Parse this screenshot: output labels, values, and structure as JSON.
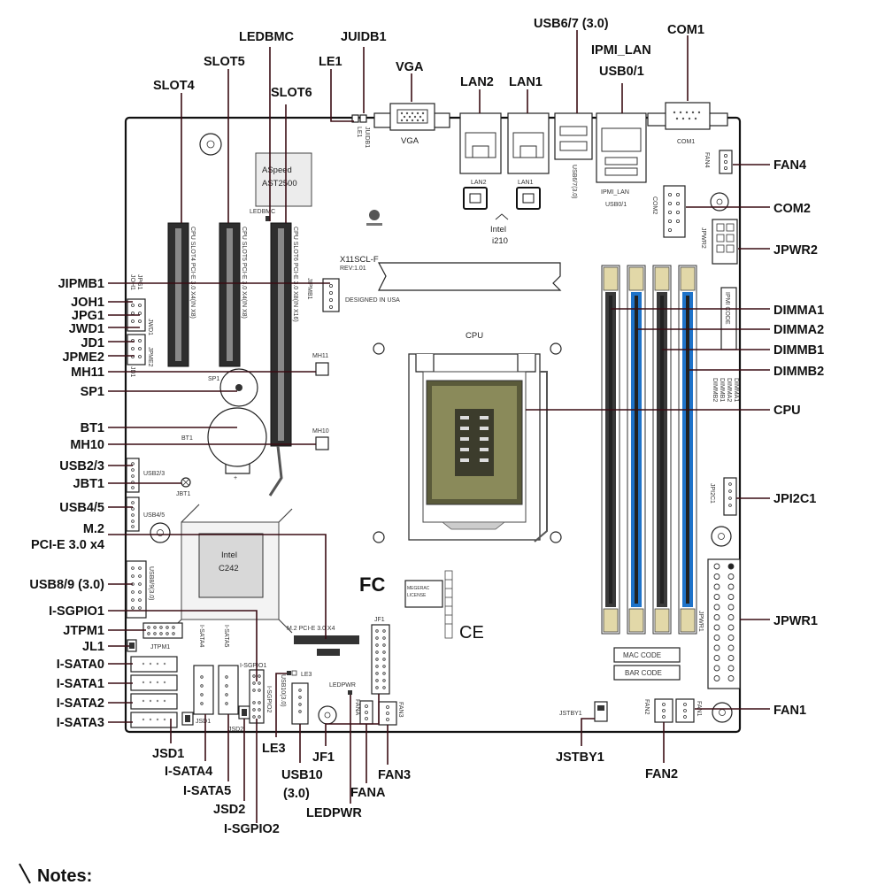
{
  "board": {
    "model": "X11SCL-F",
    "revision": "REV:1.01",
    "designed_in": "DESIGNED IN USA",
    "bmc_chip": [
      "ASpeed",
      "AST2500"
    ],
    "pch_chip": [
      "Intel",
      "C242"
    ],
    "lan_chip": [
      "Intel",
      "i210"
    ],
    "cpu_label": "CPU",
    "mac_code": "MAC CODE",
    "bar_code": "BAR CODE",
    "ipmi_code": "IPMI CODE",
    "megarac": [
      "MEGERAC",
      "LICENSE"
    ],
    "fcc_mark": "FC",
    "ce_mark": "CE"
  },
  "board_labels": {
    "vga": "VGA",
    "lan2": "LAN2",
    "lan1": "LAN1",
    "usb67": "USB6/7(3.0)",
    "ipmi_lan": "IPMI_LAN",
    "usb01": "USB0/1",
    "com1": "COM1",
    "com2": "COM2",
    "fan4": "FAN4",
    "jpwr2": "JPWR2",
    "le1": "LE1",
    "juidb1": "JUIDB1",
    "ledbmc": "LEDBMC",
    "jipmb1": "JIPMB1",
    "slot4": "CPU SLOT4 PCI-E 3.0 X4(IN X8)",
    "slot5": "CPU SLOT5 PCI-E 3.0 X4(IN X8)",
    "slot6": "CPU SLOT6 PCI-E 3.0 X8(IN X16)",
    "mh11": "MH11",
    "mh10": "MH10",
    "sp1": "SP1",
    "bt1": "BT1",
    "jbt1": "JBT1",
    "usb23": "USB2/3",
    "usb45": "USB4/5",
    "usb89": "USB8/9(3.0)",
    "jtpm1": "JTPM1",
    "jpi2c1": "JPI2C1",
    "jpwr1": "JPWR1",
    "dimms": [
      "DIMMB2",
      "DIMMB1",
      "DIMMA2",
      "DIMMA1"
    ],
    "m2": "M.2 PCI-E 3.0 X4",
    "jf1": "JF1",
    "le3": "LE3",
    "isgpio1": "I-SGPIO1",
    "isgpio2": "I-SGPIO2",
    "isata4": "I-SATA4",
    "isata5": "I-SATA5",
    "usb10": "USB10(3.0)",
    "ledpwr": "LEDPWR",
    "fana": "FANA",
    "fan3": "FAN3",
    "jstby1": "JSTBY1",
    "fan2": "FAN2",
    "fan1": "FAN1",
    "jsd1": "JSD1",
    "jsd2": "JSD2",
    "jwd1": "JWD1",
    "jpme2": "JPME2",
    "jd1": "JD1",
    "jpg1": "JPG1",
    "joh1": "JOH1"
  },
  "callouts": {
    "top": {
      "ledbmc": "LEDBMC",
      "juidb1": "JUIDB1",
      "slot5": "SLOT5",
      "le1": "LE1",
      "vga": "VGA",
      "slot4": "SLOT4",
      "slot6": "SLOT6",
      "lan2": "LAN2",
      "lan1": "LAN1",
      "usb67": "USB6/7 (3.0)",
      "ipmi_lan": "IPMI_LAN",
      "usb01": "USB0/1",
      "com1": "COM1"
    },
    "left": {
      "jipmb1": "JIPMB1",
      "joh1": "JOH1",
      "jpg1": "JPG1",
      "jwd1": "JWD1",
      "jd1": "JD1",
      "jpme2": "JPME2",
      "mh11": "MH11",
      "sp1": "SP1",
      "bt1": "BT1",
      "mh10": "MH10",
      "usb23": "USB2/3",
      "jbt1": "JBT1",
      "usb45": "USB4/5",
      "m2": "M.2",
      "pcie": "PCI-E 3.0 x4",
      "usb89": "USB8/9 (3.0)",
      "isgpio1": "I-SGPIO1",
      "jtpm1": "JTPM1",
      "jl1": "JL1",
      "isata0": "I-SATA0",
      "isata1": "I-SATA1",
      "isata2": "I-SATA2",
      "isata3": "I-SATA3"
    },
    "right": {
      "fan4": "FAN4",
      "com2": "COM2",
      "jpwr2": "JPWR2",
      "dimma1": "DIMMA1",
      "dimma2": "DIMMA2",
      "dimmb1": "DIMMB1",
      "dimmb2": "DIMMB2",
      "cpu": "CPU",
      "jpi2c1": "JPI2C1",
      "jpwr1": "JPWR1",
      "fan1": "FAN1"
    },
    "bottom": {
      "jsd1": "JSD1",
      "isata4": "I-SATA4",
      "isata5": "I-SATA5",
      "jsd2": "JSD2",
      "isgpio2": "I-SGPIO2",
      "le3": "LE3",
      "usb10": "USB10",
      "usb10_sub": "(3.0)",
      "jf1": "JF1",
      "ledpwr": "LEDPWR",
      "fana": "FANA",
      "fan3": "FAN3",
      "jstby1": "JSTBY1",
      "fan2": "FAN2"
    }
  },
  "notes_title": "Notes:",
  "colors": {
    "line": "#3a0d14",
    "dimm_blue": "#1f73c9",
    "dimm_dark": "#3a3a3a",
    "latch": "#e2d8a8"
  }
}
